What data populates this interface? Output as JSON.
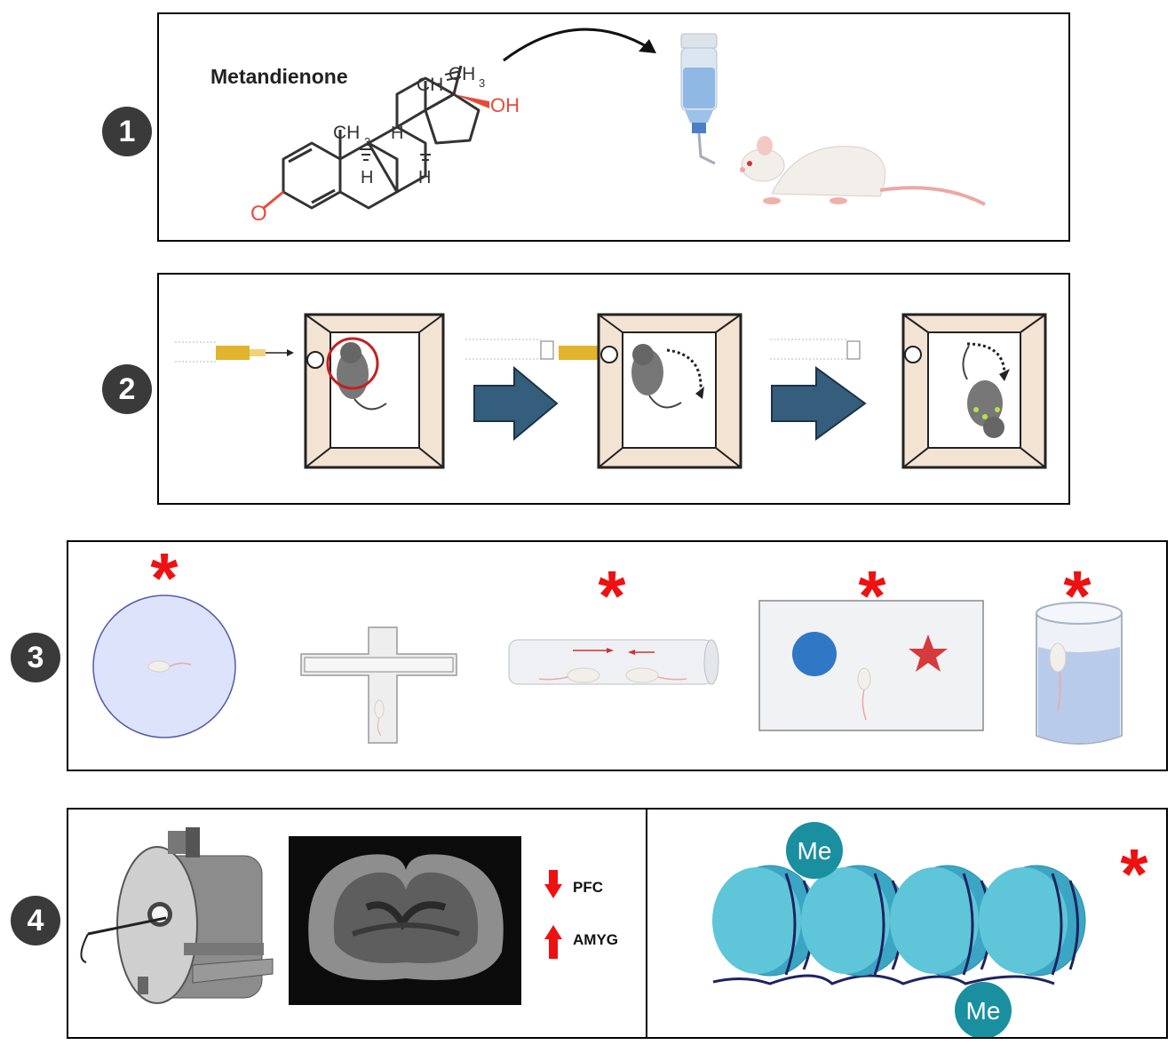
{
  "steps": [
    "1",
    "2",
    "3",
    "4"
  ],
  "panel1": {
    "compound_name": "Metandienone",
    "atom_ch3_methyl": "CH",
    "atom_ch3_top": "CH",
    "sub_3": "3",
    "atom_ch": "CH",
    "atom_h1": "H",
    "atom_h2": "H",
    "atom_h3": "H",
    "atom_oh": "OH",
    "atom_o": "O"
  },
  "panel4": {
    "pfc_label": "PFC",
    "amyg_label": "AMYG",
    "me_label_top": "Me",
    "me_label_bottom": "Me"
  },
  "colors": {
    "star_red": "#ee1111",
    "arrow_blue": "#355d7c",
    "nucleosome_cyan": "#4fb9cf",
    "me_teal": "#1a8fa0",
    "oxygen_red": "#e84a3a",
    "box_frame": "#f3e3d2",
    "syringe_gold": "#e2b32d"
  }
}
